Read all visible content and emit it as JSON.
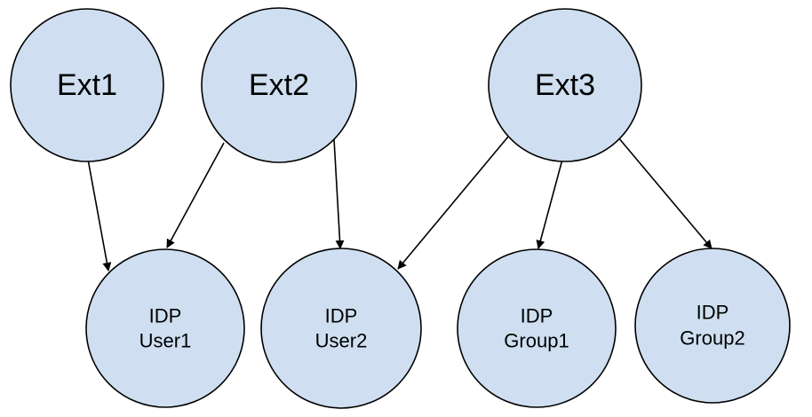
{
  "diagram": {
    "nodes": [
      {
        "id": "ext1",
        "lines": [
          "Ext1"
        ]
      },
      {
        "id": "ext2",
        "lines": [
          "Ext2"
        ]
      },
      {
        "id": "ext3",
        "lines": [
          "Ext3"
        ]
      },
      {
        "id": "idp-user1",
        "lines": [
          "IDP",
          "User1"
        ]
      },
      {
        "id": "idp-user2",
        "lines": [
          "IDP",
          "User2"
        ]
      },
      {
        "id": "idp-group1",
        "lines": [
          "IDP",
          "Group1"
        ]
      },
      {
        "id": "idp-group2",
        "lines": [
          "IDP",
          "Group2"
        ]
      }
    ],
    "edges": [
      {
        "from": "ext1",
        "to": "idp-user1"
      },
      {
        "from": "ext2",
        "to": "idp-user1"
      },
      {
        "from": "ext2",
        "to": "idp-user2"
      },
      {
        "from": "ext3",
        "to": "idp-user2"
      },
      {
        "from": "ext3",
        "to": "idp-group1"
      },
      {
        "from": "ext3",
        "to": "idp-group2"
      }
    ],
    "colors": {
      "node_fill": "#cfdff1",
      "stroke": "#000000"
    }
  }
}
